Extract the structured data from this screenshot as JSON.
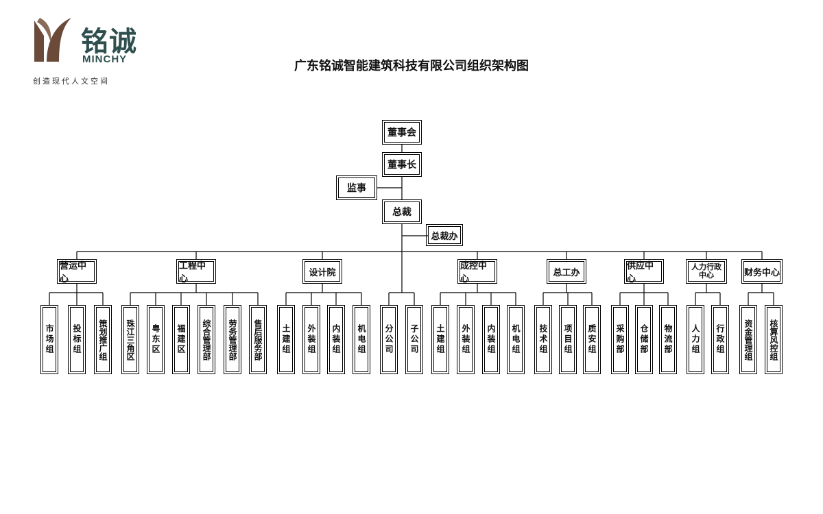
{
  "logo": {
    "brand_cn": "铭诚",
    "brand_en": "MINCHY",
    "slogan": "创造现代人文空间",
    "colors": {
      "brand": "#6b4a3a",
      "text": "#2f4f4f"
    }
  },
  "title": "广东铭诚智能建筑科技有限公司组织架构图",
  "org": {
    "board": "董事会",
    "chairman": "董事长",
    "supervisor": "监事",
    "president": "总裁",
    "president_office": "总裁办",
    "centers": [
      {
        "name": "营运中心",
        "units": [
          "市场组",
          "投标组",
          "策划推广组"
        ]
      },
      {
        "name": "工程中心",
        "units": [
          "珠江三角区",
          "粤东区",
          "福建区",
          "综合管理部",
          "劳务管理部",
          "售后服务部"
        ]
      },
      {
        "name": "设计院",
        "units": [
          "土建组",
          "外装组",
          "内装组",
          "机电组"
        ]
      },
      {
        "name": "",
        "units": [
          "分公司",
          "子公司"
        ]
      },
      {
        "name": "成控中心",
        "units": [
          "土建组",
          "外装组",
          "内装组",
          "机电组"
        ]
      },
      {
        "name": "总工办",
        "units": [
          "技术组",
          "项目组",
          "质安组"
        ]
      },
      {
        "name": "供应中心",
        "units": [
          "采购部",
          "仓储部",
          "物流部"
        ]
      },
      {
        "name": "人力行政中心",
        "units": [
          "人力组",
          "行政组"
        ]
      },
      {
        "name": "财务中心",
        "units": [
          "资金管理组",
          "核算风控组"
        ]
      }
    ]
  }
}
